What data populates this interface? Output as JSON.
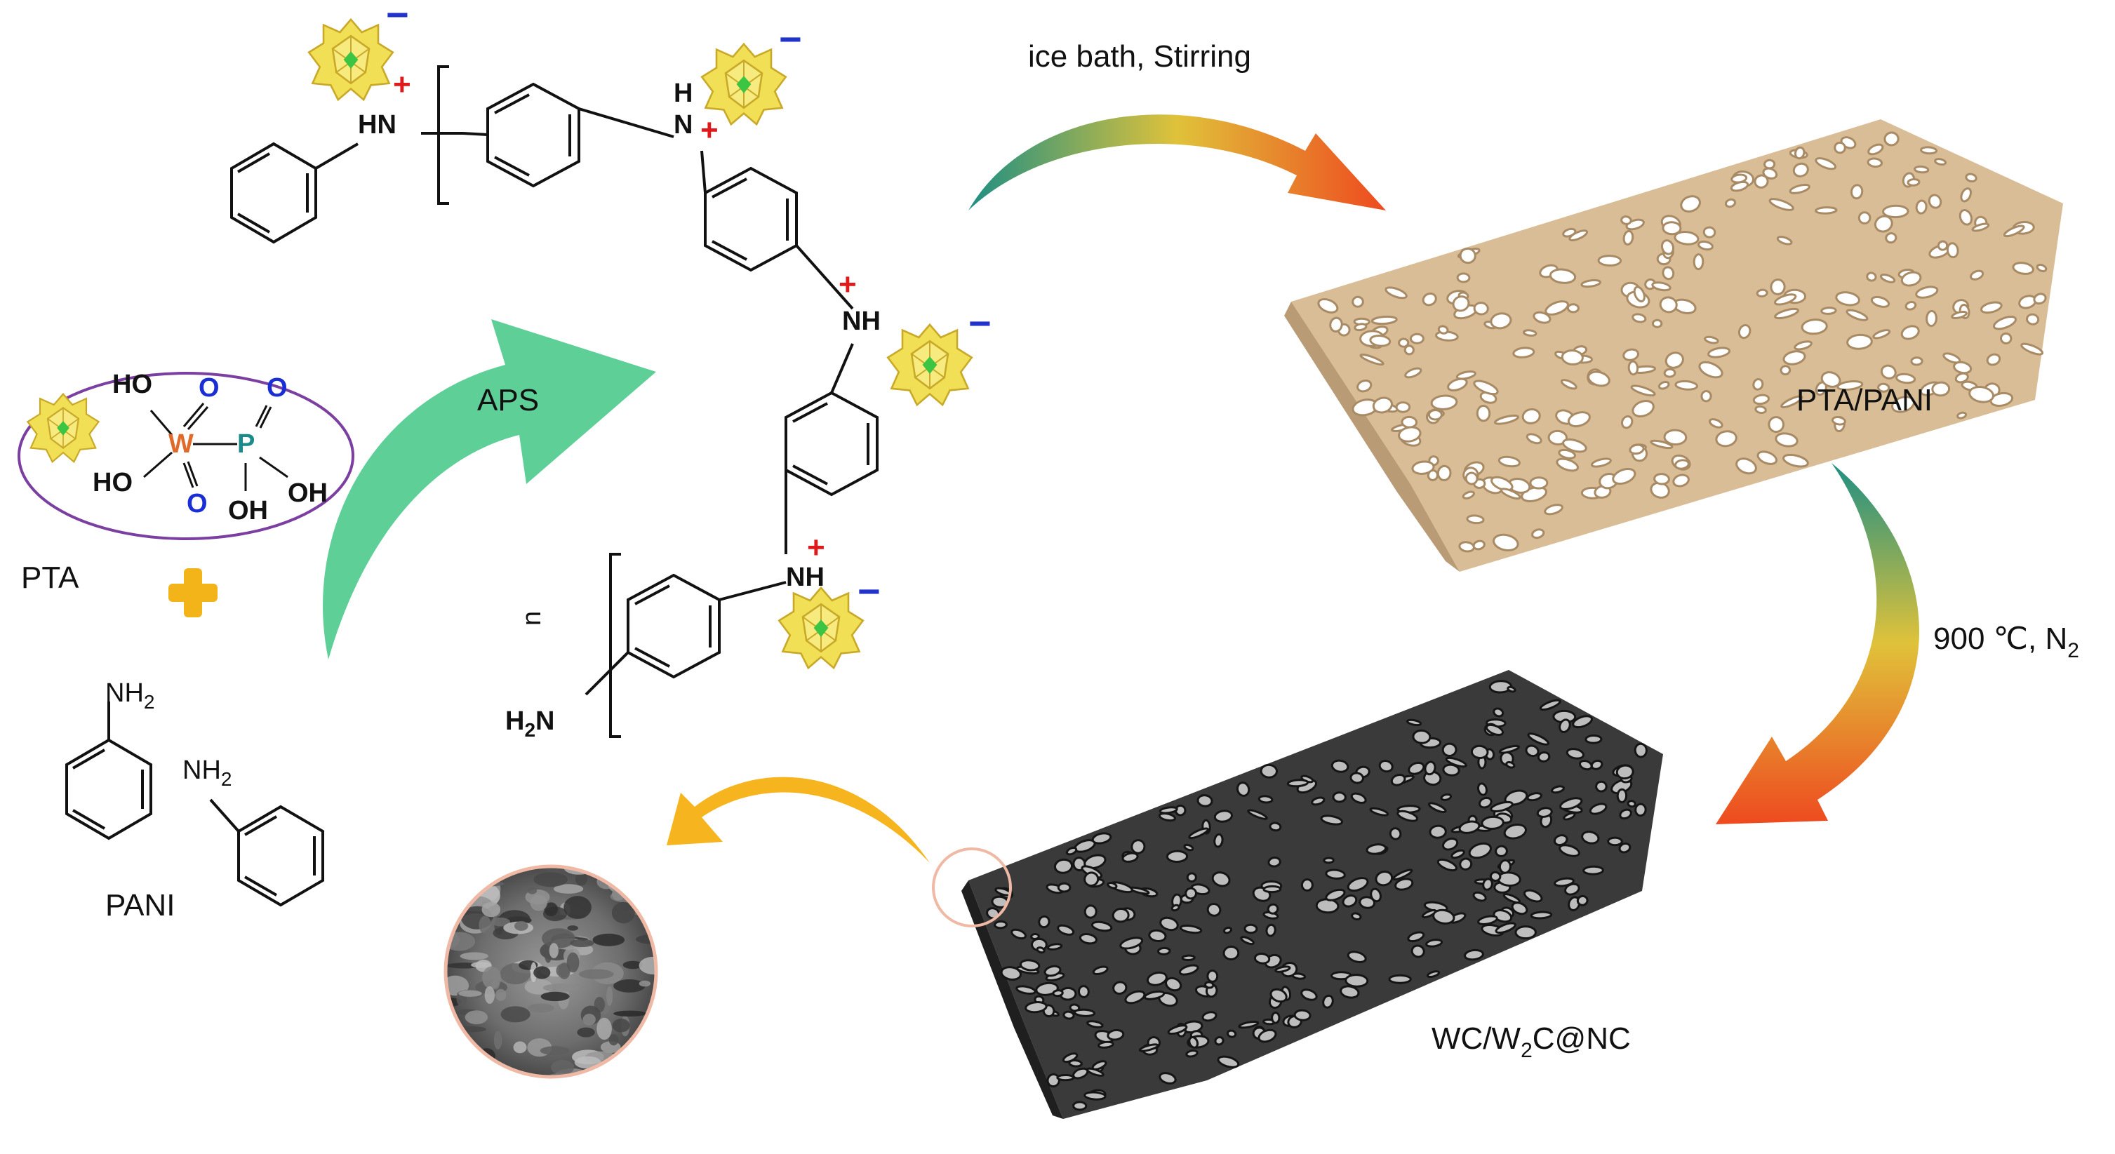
{
  "labels": {
    "pta": "PTA",
    "pani_monomer": "PANI",
    "aps": "APS",
    "step1": "ice bath, Stirring",
    "pta_pani": "PTA/PANI",
    "step2_temp": "900 ℃, N",
    "step2_sub": "2",
    "product_main": "WC/W",
    "product_sub": "2",
    "product_tail": "C@NC"
  },
  "chem": {
    "ho": "HO",
    "oh": "OH",
    "o": "O",
    "w": "W",
    "p": "P",
    "nh2": "NH",
    "two": "2",
    "h2n_h": "H",
    "h2n_n": "N",
    "hn": "HN",
    "n": "N",
    "h": "H",
    "nh": "NH",
    "n_index": "n",
    "plus": "+",
    "minus": "−"
  },
  "colors": {
    "green_arrow": "#5fcf98",
    "yellow_arrow": "#f6b51f",
    "gradient_start": "#1e8f83",
    "gradient_mid": "#e0c23a",
    "gradient_end": "#ee4a1f",
    "pta_pani_solid": "#d9bd97",
    "carbon_solid": "#3a3a3a",
    "ellipse": "#7a3fa0",
    "tungsten": "#e06a2a",
    "phosphorus": "#1b8a8a",
    "oxygen": "#1a2ed6",
    "charge_plus": "#e01a1a",
    "charge_minus": "#2233cc",
    "pom_yellow": "#f1df55",
    "pom_green": "#3cc443",
    "circle_outline": "#f0b9a5"
  },
  "icons": [
    "polyoxometalate-cluster-icon",
    "benzene-ring",
    "porous-foam-block",
    "sem-micrograph"
  ]
}
